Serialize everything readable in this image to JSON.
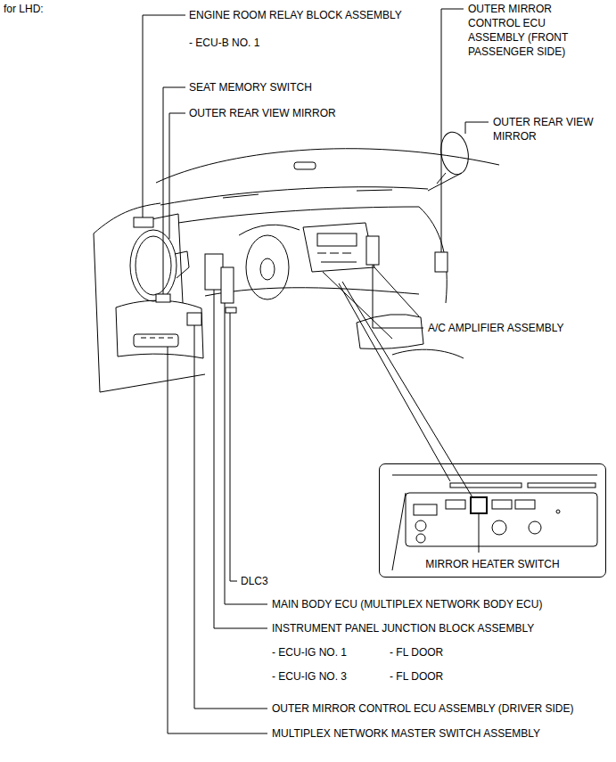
{
  "diagram": {
    "nodes": [
      {
        "text": [
          "MIRROR HEATER SWITCH"
        ]
      }
    ],
    "labels": [
      "for LHD:",
      "ENGINE ROOM RELAY BLOCK ASSEMBLY",
      "- ECU-B NO. 1",
      "OUTER MIRROR CONTROL ECU ASSEMBLY (FRONT PASSENGER SIDE)",
      "SEAT MEMORY SWITCH",
      "OUTER REAR VIEW MIRROR",
      "OUTER REAR VIEW MIRROR",
      "A/C AMPLIFIER ASSEMBLY",
      "DLC3",
      "MAIN BODY ECU (MULTIPLEX NETWORK BODY ECU)",
      "INSTRUMENT PANEL JUNCTION BLOCK ASSEMBLY",
      "- ECU-IG NO. 1",
      "- FL DOOR",
      "- ECU-IG NO. 3",
      "- FL DOOR",
      "OUTER MIRROR CONTROL ECU ASSEMBLY (DRIVER SIDE)",
      "MULTIPLEX NETWORK MASTER SWITCH ASSEMBLY"
    ]
  }
}
